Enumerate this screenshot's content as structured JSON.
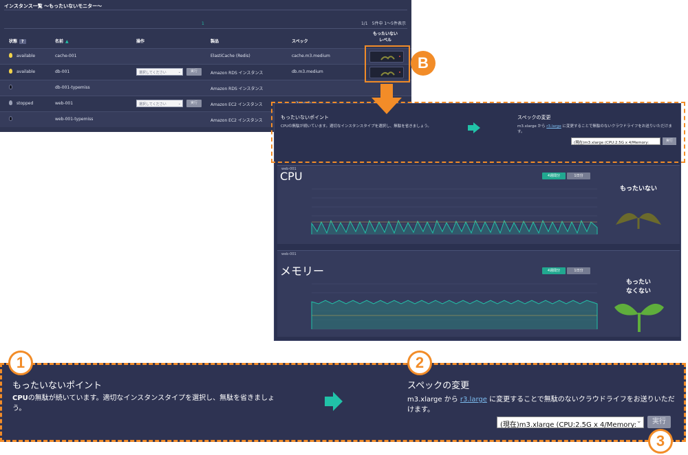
{
  "list": {
    "title": "インスタンス一覧 ～もったいないモニター～",
    "pager_current": "1",
    "pager_info": "1/1　5件中 1～5件表示",
    "headers": {
      "status": "状態",
      "help": "?",
      "name": "名前",
      "action": "操作",
      "product": "製品",
      "spec": "スペック",
      "level": "もったいない\nレベル"
    },
    "rows": [
      {
        "status": "available",
        "name": "cache-001",
        "product": "ElastiCache (Redis)",
        "spec": "cache.m3.medium"
      },
      {
        "status": "available",
        "name": "db-001",
        "action_placeholder": "選択してください",
        "action_exec": "実行",
        "product": "Amazon RDS インスタンス",
        "spec": "db.m3.medium"
      },
      {
        "status": "",
        "name": "db-001-typemiss",
        "product": "Amazon RDS インスタンス",
        "spec": ""
      },
      {
        "status": "stopped",
        "name": "web-001",
        "action_placeholder": "選択してください",
        "action_exec": "実行",
        "product": "Amazon EC2 インスタンス",
        "spec": "m3.medium"
      },
      {
        "status": "",
        "name": "web-001-typemiss",
        "product": "Amazon EC2 インスタンス",
        "spec": ""
      }
    ]
  },
  "markers": {
    "b": "B",
    "one": "1",
    "two": "2",
    "three": "3"
  },
  "detail": {
    "indicator_title": "もったいないポイント",
    "indicator_desc": "CPUの無駄が続いています。適切なインスタンスタイプを選択し、無駄を省きましょう。",
    "spec_title": "スペックの変更",
    "spec_desc_pre": "m3.xlarge から ",
    "spec_link": "r3.large",
    "spec_desc_post": " に変更することで無駄のないクラウドライフをお送りいただけます。",
    "select_value": "(現在)m3.xlarge (CPU:2.5G x 4/Memory:",
    "exec": "実行",
    "cpu": {
      "sub": "web-001",
      "title": "CPU",
      "tab_active": "4週間分",
      "tab_inactive": "1日分",
      "verdict": "もったいない"
    },
    "mem": {
      "sub": "web-001",
      "title": "メモリー",
      "tab_active": "4週間分",
      "tab_inactive": "1日分",
      "verdict_line1": "もったい",
      "verdict_line2": "なくない"
    }
  },
  "big": {
    "indicator_title": "もったいないポイント",
    "indicator_desc_bold": "CPU",
    "indicator_desc": "の無駄が続いています。適切なインスタンスタイプを選択し、無駄を省きましょう。",
    "spec_title": "スペックの変更",
    "spec_desc_pre": "m3.xlarge から ",
    "spec_link": "r3.large",
    "spec_desc_post": " に変更することで無駄のないクラウドライフをお送りいただけます。",
    "select_value": "(現在)m3.xlarge (CPU:2.5G x 4/Memory:",
    "exec": "実行"
  },
  "colors": {
    "accent": "#21c2a8",
    "marker": "#f28c28",
    "panel": "#2e3352",
    "leaf_bad": "#6b6a2c",
    "leaf_good": "#5fae3c"
  }
}
